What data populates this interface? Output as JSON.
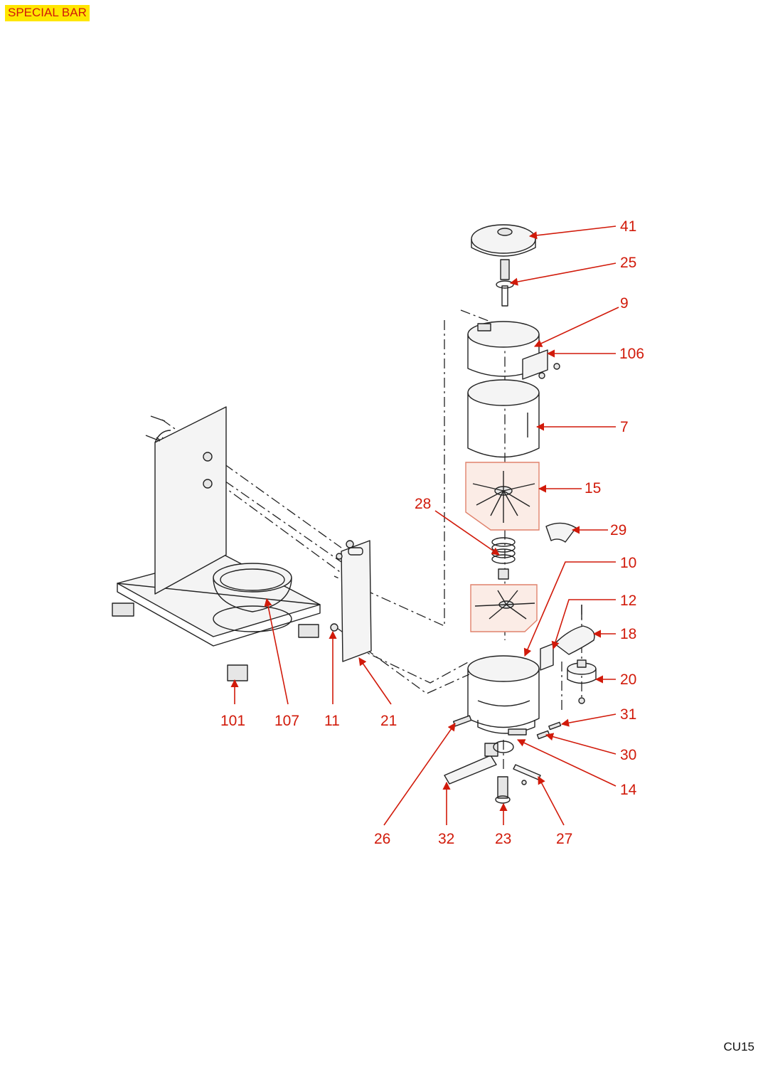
{
  "header": {
    "brand": "SPECIAL BAR"
  },
  "footer": {
    "page_code": "CU15"
  },
  "diagram": {
    "accent_color": "#d11a0a",
    "brand_bg_color": "#ffe600",
    "callouts": [
      "41",
      "25",
      "9",
      "106",
      "7",
      "15",
      "28",
      "29",
      "10",
      "12",
      "18",
      "20",
      "31",
      "30",
      "14",
      "27",
      "23",
      "32",
      "26",
      "101",
      "107",
      "11",
      "21"
    ]
  }
}
